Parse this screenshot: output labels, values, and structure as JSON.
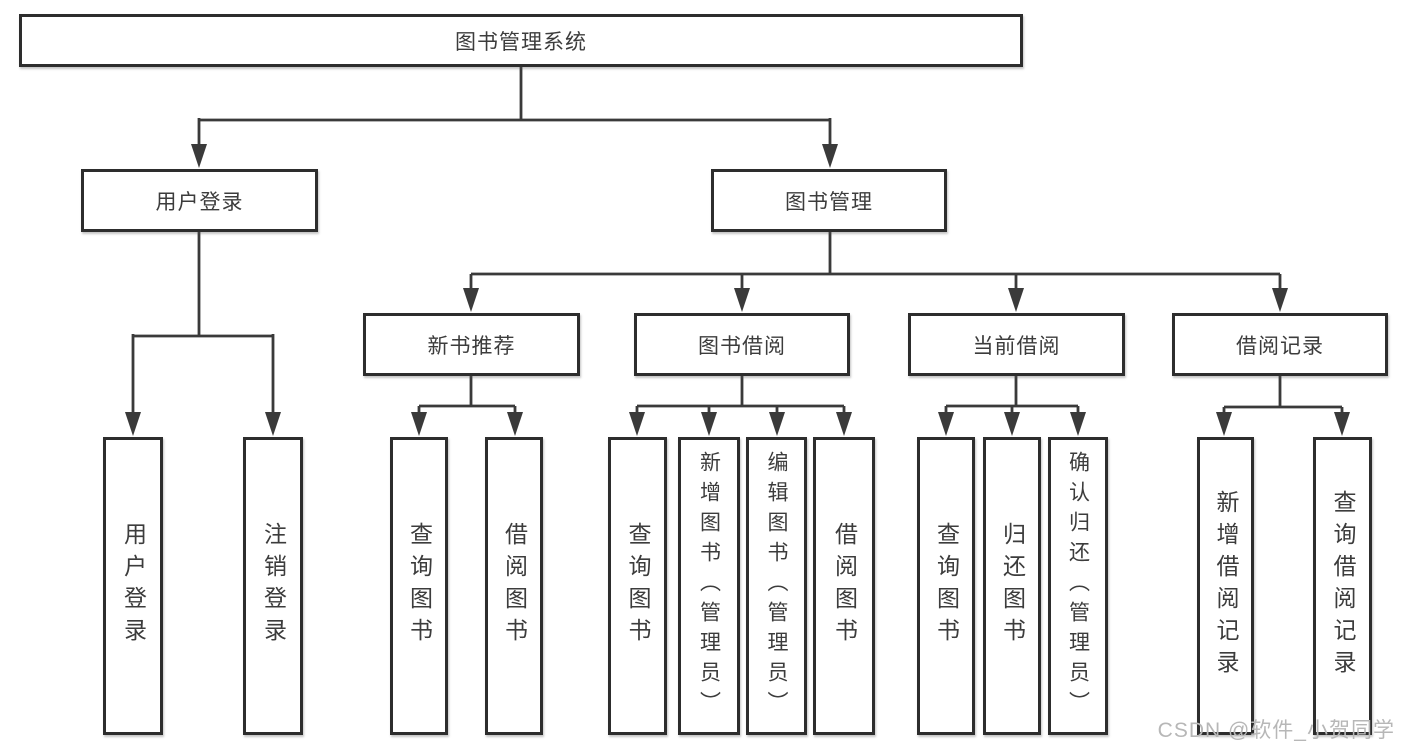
{
  "diagram_type": "tree",
  "tree": {
    "root": {
      "label": "图书管理系统"
    },
    "branches": [
      {
        "label": "用户登录",
        "leaves": [
          {
            "label": "用户登录"
          },
          {
            "label": "注销登录"
          }
        ]
      },
      {
        "label": "图书管理",
        "groups": [
          {
            "label": "新书推荐",
            "leaves": [
              {
                "label": "查询图书"
              },
              {
                "label": "借阅图书"
              }
            ]
          },
          {
            "label": "图书借阅",
            "leaves": [
              {
                "label": "查询图书"
              },
              {
                "label": "新增图书（管理员）"
              },
              {
                "label": "编辑图书（管理员）"
              },
              {
                "label": "借阅图书"
              }
            ]
          },
          {
            "label": "当前借阅",
            "leaves": [
              {
                "label": "查询图书"
              },
              {
                "label": "归还图书"
              },
              {
                "label": "确认归还（管理员）"
              }
            ]
          },
          {
            "label": "借阅记录",
            "leaves": [
              {
                "label": "新增借阅记录"
              },
              {
                "label": "查询借阅记录"
              }
            ]
          }
        ]
      }
    ]
  },
  "watermark": {
    "text": "CSDN @软件_小贺同学"
  },
  "colors": {
    "line": "#3a3a3a",
    "box_border": "#2d2d2d",
    "box_fill": "#ffffff",
    "text": "#3c3c3c",
    "watermark": "#b7b7b7"
  }
}
